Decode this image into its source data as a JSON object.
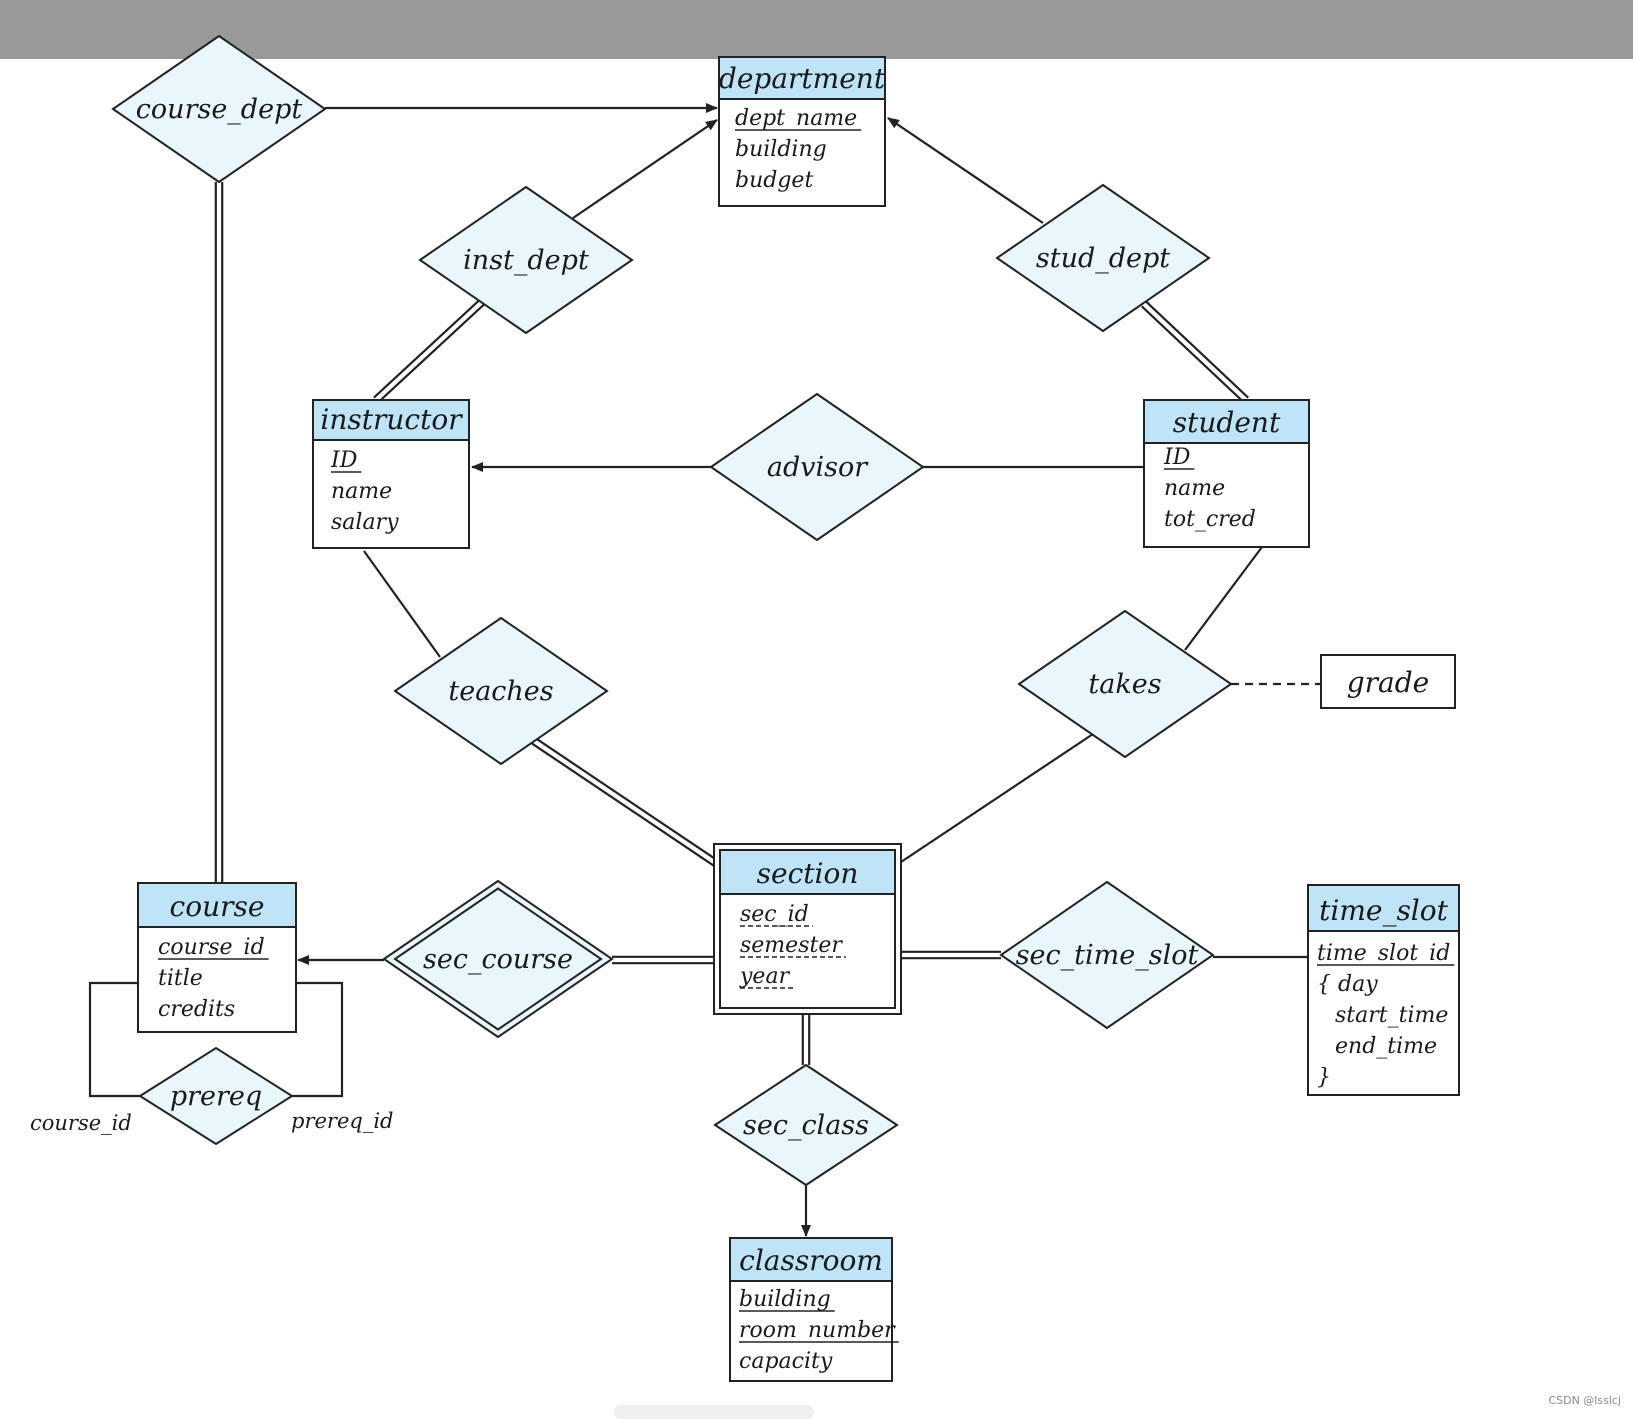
{
  "entities": [
    {
      "key": "department",
      "name": "department",
      "attrs": [
        {
          "text": "dept_name",
          "style": "pk"
        },
        {
          "text": "building",
          "style": "plain"
        },
        {
          "text": "budget",
          "style": "plain"
        }
      ]
    },
    {
      "key": "instructor",
      "name": "instructor",
      "attrs": [
        {
          "text": "ID",
          "style": "pk"
        },
        {
          "text": "name",
          "style": "plain"
        },
        {
          "text": "salary",
          "style": "plain"
        }
      ]
    },
    {
      "key": "student",
      "name": "student",
      "attrs": [
        {
          "text": "ID",
          "style": "pk"
        },
        {
          "text": "name",
          "style": "plain"
        },
        {
          "text": "tot_cred",
          "style": "plain"
        }
      ]
    },
    {
      "key": "section",
      "name": "section",
      "weak": true,
      "attrs": [
        {
          "text": "sec_id",
          "style": "partial"
        },
        {
          "text": "semester",
          "style": "partial"
        },
        {
          "text": "year",
          "style": "partial"
        }
      ]
    },
    {
      "key": "course",
      "name": "course",
      "attrs": [
        {
          "text": "course_id",
          "style": "pk"
        },
        {
          "text": "title",
          "style": "plain"
        },
        {
          "text": "credits",
          "style": "plain"
        }
      ]
    },
    {
      "key": "time_slot",
      "name": "time_slot",
      "attrs": [
        {
          "text": "time_slot_id",
          "style": "pk"
        },
        {
          "text": "{  day",
          "style": "plain"
        },
        {
          "text": "start_time",
          "style": "plain"
        },
        {
          "text": "end_time",
          "style": "plain"
        },
        {
          "text": "}",
          "style": "plain"
        }
      ]
    },
    {
      "key": "classroom",
      "name": "classroom",
      "attrs": [
        {
          "text": "building",
          "style": "pk"
        },
        {
          "text": "room_number",
          "style": "pk"
        },
        {
          "text": "capacity",
          "style": "plain"
        }
      ]
    }
  ],
  "relationships": [
    {
      "key": "course_dept",
      "label": "course_dept"
    },
    {
      "key": "inst_dept",
      "label": "inst_dept"
    },
    {
      "key": "stud_dept",
      "label": "stud_dept"
    },
    {
      "key": "advisor",
      "label": "advisor"
    },
    {
      "key": "teaches",
      "label": "teaches"
    },
    {
      "key": "takes",
      "label": "takes"
    },
    {
      "key": "sec_course",
      "label": "sec_course",
      "identifying": true
    },
    {
      "key": "sec_time_slot",
      "label": "sec_time_slot"
    },
    {
      "key": "sec_class",
      "label": "sec_class"
    },
    {
      "key": "prereq",
      "label": "prereq"
    }
  ],
  "relationship_attribute": {
    "key": "grade",
    "text": "grade"
  },
  "roles": {
    "course_id": "course_id",
    "prereq_id": "prereq_id"
  },
  "colors": {
    "header_fill": "#bfe4f7",
    "diamond_fill": "#e9f6fc",
    "line": "#222222"
  },
  "watermark": "CSDN @lsslcj"
}
